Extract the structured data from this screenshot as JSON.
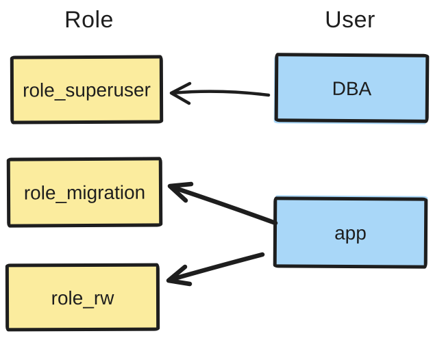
{
  "diagram": {
    "headers": {
      "role": "Role",
      "user": "User"
    },
    "nodes": {
      "role_superuser": {
        "label": "role_superuser",
        "type": "role"
      },
      "role_migration": {
        "label": "role_migration",
        "type": "role"
      },
      "role_rw": {
        "label": "role_rw",
        "type": "role"
      },
      "dba": {
        "label": "DBA",
        "type": "user"
      },
      "app": {
        "label": "app",
        "type": "user"
      }
    },
    "edges": [
      {
        "from": "DBA",
        "to": "role_superuser"
      },
      {
        "from": "app",
        "to": "role_migration"
      },
      {
        "from": "app",
        "to": "role_rw"
      }
    ],
    "colors": {
      "role_fill": "#fbec9e",
      "user_fill": "#a9d7f8",
      "stroke": "#1e1e1e",
      "background": "#ffffff"
    }
  }
}
